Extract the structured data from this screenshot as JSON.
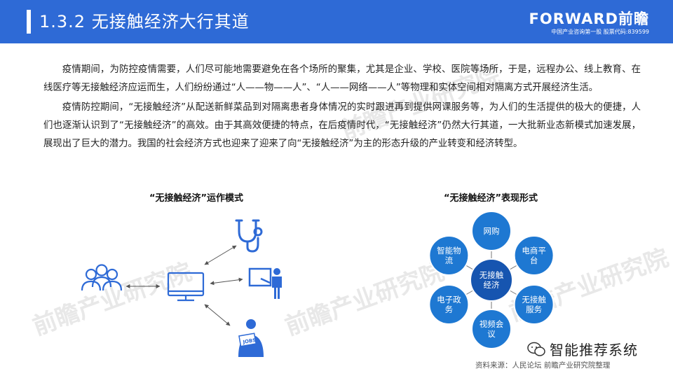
{
  "header": {
    "title": "1.3.2 无接触经济大行其道",
    "brand_logo": "FORWARD前瞻",
    "brand_sub": "中国产业咨询第一股  股票代码:839599"
  },
  "paragraphs": [
    "疫情期间，为防控疫情需要，人们尽可能地需要避免在各个场所的聚集，尤其是企业、学校、医院等场所，于是，远程办公、线上教育、在线医疗等无接触经济应运而生，人们纷纷通过“人——物——人”、“人——网络——人”等物理和实体空间相对隔离方式开展经济生活。",
    "疫情防控期间，“无接触经济”从配送新鲜菜品到对隔离患者身体情况的实时跟进再到提供网课服务等，为人们的生活提供的极大的便捷，人们也逐渐认识到了“无接触经济”的高效。由于其高效便捷的特点，在后疫情时代，“无接触经济”仍然大行其道，一大批新业态新模式加速发展，展现出了巨大的潜力。我国的社会经济方式也迎来了迎来了向“无接触经济”为主的形态升级的产业转变和经济转型。"
  ],
  "left_diagram": {
    "title": "“无接触经济”运作模式",
    "icons": [
      "people-icon",
      "computer-icon",
      "stethoscope-icon",
      "teacher-icon",
      "jobs-worker-icon"
    ],
    "jobs_label": "JOBS"
  },
  "right_diagram": {
    "title": "“无接触经济”表现形式",
    "center": [
      "无接触",
      "经济"
    ],
    "nodes": [
      {
        "lines": [
          "网购"
        ]
      },
      {
        "lines": [
          "电商平",
          "台"
        ]
      },
      {
        "lines": [
          "无接触",
          "服务"
        ]
      },
      {
        "lines": [
          "视频会",
          "议"
        ]
      },
      {
        "lines": [
          "电子政",
          "务"
        ]
      },
      {
        "lines": [
          "智能物",
          "流"
        ]
      }
    ]
  },
  "watermark": "前瞻产业研究院",
  "source": "资料来源：人民论坛 前瞻产业研究院整理",
  "wechat_label": "智能推荐系统",
  "colors": {
    "header": "#2e6ad6",
    "icon": "#2e6ad6",
    "node": "#1e78d2",
    "center": "#1655b0"
  }
}
